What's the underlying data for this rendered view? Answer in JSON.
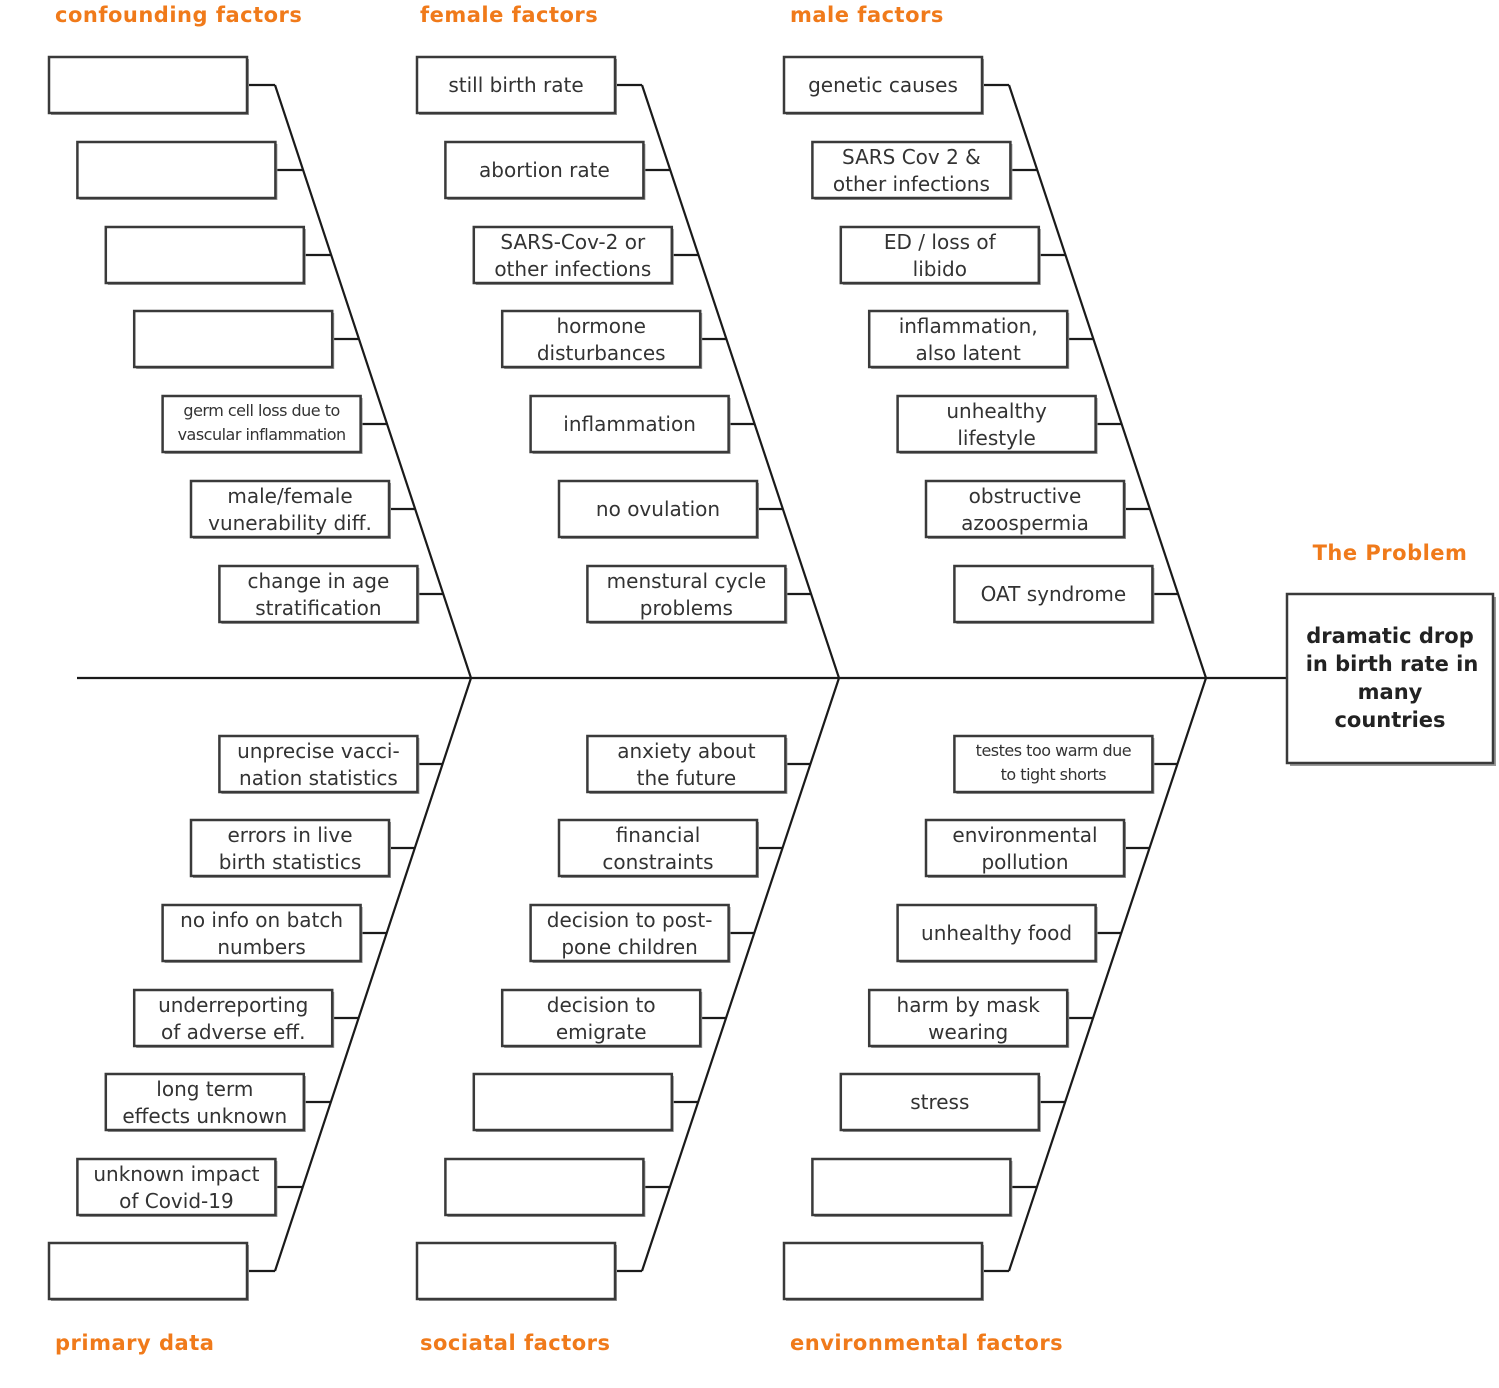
{
  "categories": {
    "confounding": {
      "title": "confounding factors",
      "boxes": [
        {
          "lines": []
        },
        {
          "lines": []
        },
        {
          "lines": []
        },
        {
          "lines": []
        },
        {
          "lines": [
            "germ cell loss due to",
            "vascular inflammation"
          ]
        },
        {
          "lines": [
            "male/female",
            "vunerability diff."
          ]
        },
        {
          "lines": [
            "change in age",
            "stratification"
          ]
        }
      ]
    },
    "female": {
      "title": "female factors",
      "boxes": [
        {
          "lines": [
            "still birth rate"
          ]
        },
        {
          "lines": [
            "abortion rate"
          ]
        },
        {
          "lines": [
            "SARS-Cov-2 or",
            "other infections"
          ]
        },
        {
          "lines": [
            "hormone",
            "disturbances"
          ]
        },
        {
          "lines": [
            "inflammation"
          ]
        },
        {
          "lines": [
            "no ovulation"
          ]
        },
        {
          "lines": [
            "menstural cycle",
            "problems"
          ]
        }
      ]
    },
    "male": {
      "title": "male factors",
      "boxes": [
        {
          "lines": [
            "genetic causes"
          ]
        },
        {
          "lines": [
            "SARS Cov 2 &",
            "other infections"
          ]
        },
        {
          "lines": [
            "ED / loss of",
            "libido"
          ]
        },
        {
          "lines": [
            "inflammation,",
            "also latent"
          ]
        },
        {
          "lines": [
            "unhealthy",
            "lifestyle"
          ]
        },
        {
          "lines": [
            "obstructive",
            "azoospermia"
          ]
        },
        {
          "lines": [
            "OAT syndrome"
          ]
        }
      ]
    },
    "primary": {
      "title": "primary data",
      "boxes": [
        {
          "lines": [
            "unprecise vacci-",
            "nation statistics"
          ]
        },
        {
          "lines": [
            "errors in live",
            "birth statistics"
          ]
        },
        {
          "lines": [
            "no info on batch",
            "numbers"
          ]
        },
        {
          "lines": [
            "underreporting",
            "of adverse eff."
          ]
        },
        {
          "lines": [
            "long term",
            "effects unknown"
          ]
        },
        {
          "lines": [
            "unknown impact",
            "of Covid-19"
          ]
        },
        {
          "lines": []
        }
      ]
    },
    "societal": {
      "title": "sociatal factors",
      "boxes": [
        {
          "lines": [
            "anxiety about",
            "the future"
          ]
        },
        {
          "lines": [
            "financial",
            "constraints"
          ]
        },
        {
          "lines": [
            "decision to post-",
            "pone children"
          ]
        },
        {
          "lines": [
            "decision to",
            "emigrate"
          ]
        },
        {
          "lines": []
        },
        {
          "lines": []
        },
        {
          "lines": []
        }
      ]
    },
    "environmental": {
      "title": "environmental factors",
      "boxes": [
        {
          "lines": [
            "testes too warm due",
            "to tight shorts"
          ]
        },
        {
          "lines": [
            "environmental",
            "pollution"
          ]
        },
        {
          "lines": [
            "unhealthy food"
          ]
        },
        {
          "lines": [
            "harm by mask",
            "wearing"
          ]
        },
        {
          "lines": [
            "stress"
          ]
        },
        {
          "lines": []
        },
        {
          "lines": []
        }
      ]
    }
  },
  "problem": {
    "title": "The Problem",
    "lines": [
      "dramatic drop",
      "in birth rate in",
      "many",
      "countries"
    ]
  },
  "colors": {
    "accent": "#f07a1a",
    "line": "#1a1a1a",
    "box_border": "#3a3a3a",
    "text": "#333333"
  }
}
